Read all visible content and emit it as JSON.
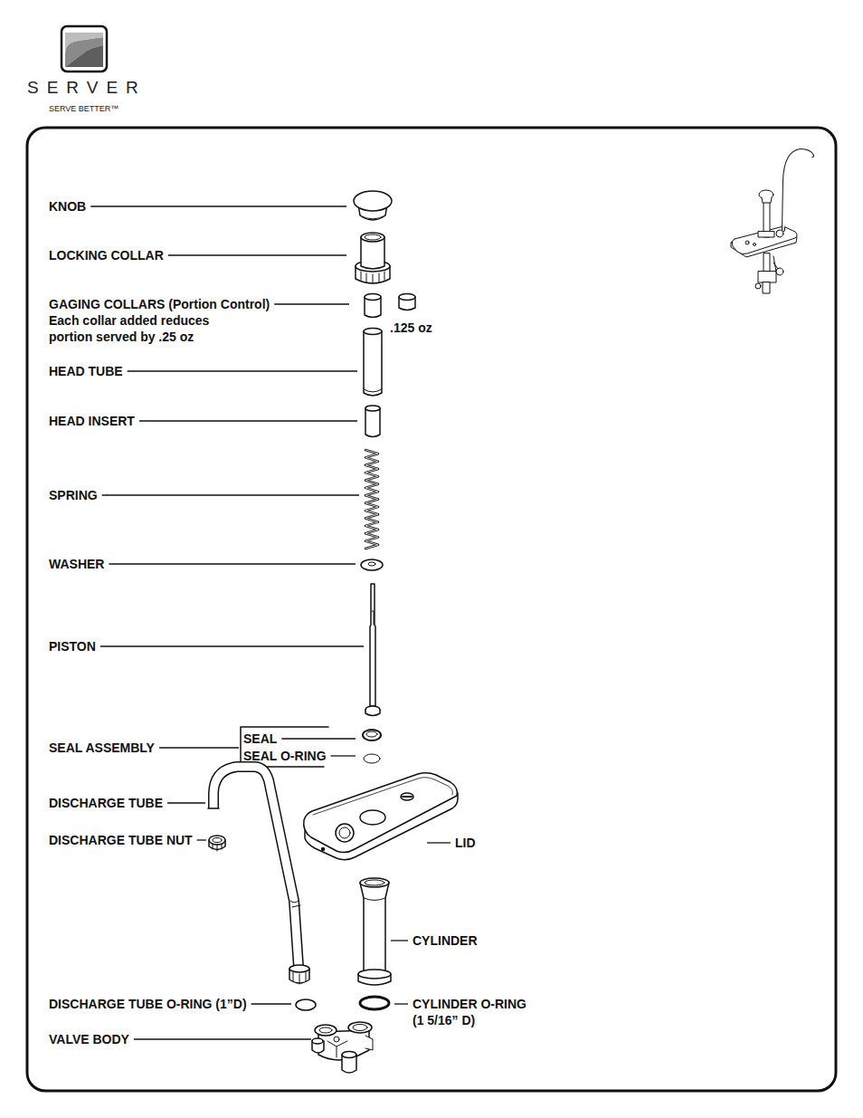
{
  "diagram": {
    "labels": [
      "SERVER",
      "SERVE BETTER™",
      "KNOB",
      "LOCKING COLLAR",
      "GAGING COLLARS (Portion Control)",
      "Each collar added reduces portion served by .25 oz",
      ".125 oz",
      "HEAD TUBE",
      "HEAD INSERT",
      "SPRING",
      "WASHER",
      "PISTON",
      "SEAL ASSEMBLY",
      "SEAL",
      "SEAL O-RING",
      "DISCHARGE TUBE",
      "DISCHARGE TUBE NUT",
      "LID",
      "CYLINDER",
      "DISCHARGE TUBE O-RING (1”D)",
      "CYLINDER O-RING (1 5/16” D)",
      "VALVE BODY"
    ]
  }
}
